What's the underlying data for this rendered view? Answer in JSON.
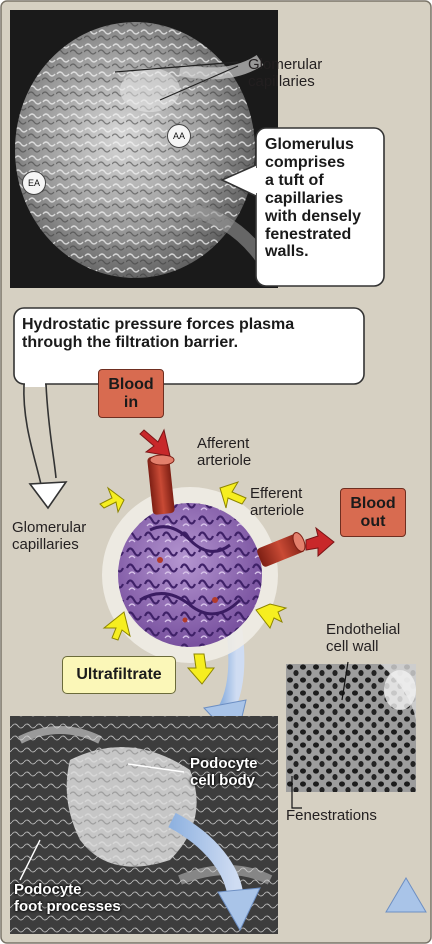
{
  "labels": {
    "glomerular_capillaries_top": "Glomerular\ncapillaries",
    "aa": "AA",
    "ea": "EA",
    "glomerulus_callout": "Glomerulus\ncomprises\na tuft of\ncapillaries\nwith densely\nfenestrated\nwalls.",
    "hydrostatic_callout": "Hydrostatic pressure forces plasma\nthrough the filtration barrier.",
    "blood_in": "Blood\nin",
    "afferent_arteriole": "Afferent\narteriole",
    "efferent_arteriole": "Efferent\narteriole",
    "blood_out": "Blood\nout",
    "glomerular_capillaries_mid": "Glomerular\ncapillaries",
    "ultrafiltrate": "Ultrafiltrate",
    "endothelial_cell_wall": "Endothelial\ncell wall",
    "podocyte_cell_body": "Podocyte\ncell body",
    "fenestrations": "Fenestrations",
    "podocyte_foot_processes": "Podocyte\nfoot processes"
  },
  "colors": {
    "panel_bg": "#d6d0c2",
    "callout_box": "#ffffff",
    "blood_box": "#d86b50",
    "ultrafiltrate_box": "#fbf7b8",
    "arrow_red": "#c8282a",
    "arrow_yellow": "#f6ee20",
    "arrow_blue": "#a9c4e8",
    "capillary_purple": "#8f63b4",
    "vessel_red": "#b43a2a"
  }
}
